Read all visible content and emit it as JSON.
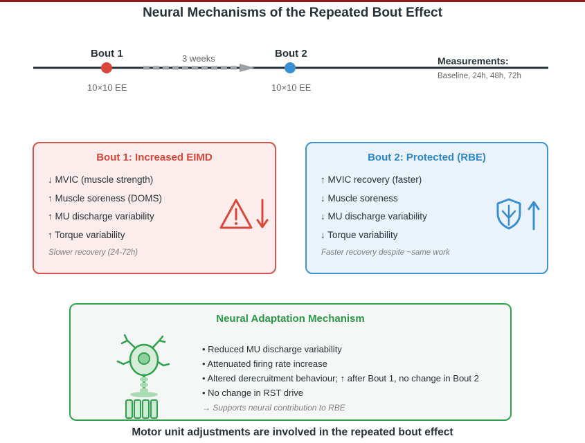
{
  "title": "Neural Mechanisms of the Repeated Bout Effect",
  "timeline": {
    "bout1": {
      "label": "Bout 1",
      "sub": "10×10 EE"
    },
    "interval": "3 weeks",
    "bout2": {
      "label": "Bout 2",
      "sub": "10×10 EE"
    },
    "measurements_title": "Measurements:",
    "measurements_values": "Baseline, 24h, 48h, 72h"
  },
  "bout1_box": {
    "title": "Bout 1: Increased EIMD",
    "items": [
      "↓ MVIC (muscle strength)",
      "↑ Muscle soreness (DOMS)",
      "↑ MU discharge variability",
      "↑ Torque variability"
    ],
    "note": "Slower recovery (24-72h)",
    "icons": [
      "warning-triangle-icon",
      "arrow-down-icon"
    ]
  },
  "bout2_box": {
    "title": "Bout 2: Protected (RBE)",
    "items": [
      "↑ MVIC recovery (faster)",
      "↓ Muscle soreness",
      "↓ MU discharge variability",
      "↓ Torque variability"
    ],
    "note": "Faster recovery despite ~same work",
    "icons": [
      "shield-icon",
      "arrow-up-icon"
    ]
  },
  "neural_box": {
    "title": "Neural Adaptation Mechanism",
    "items": [
      "• Reduced MU discharge variability",
      "• Attenuated firing rate increase",
      "• Altered derecruitment behaviour; ↑ after Bout 1, no change in Bout 2",
      "• No change in RST drive"
    ],
    "note": "→ Supports neural contribution to RBE",
    "icons": [
      "motor-neuron-icon"
    ]
  },
  "footer": "Motor unit adjustments are involved in the repeated bout effect",
  "colors": {
    "bout1": "#d9473c",
    "bout2": "#3a8fd0",
    "neural": "#2ea24a",
    "timeline": "#263238"
  }
}
